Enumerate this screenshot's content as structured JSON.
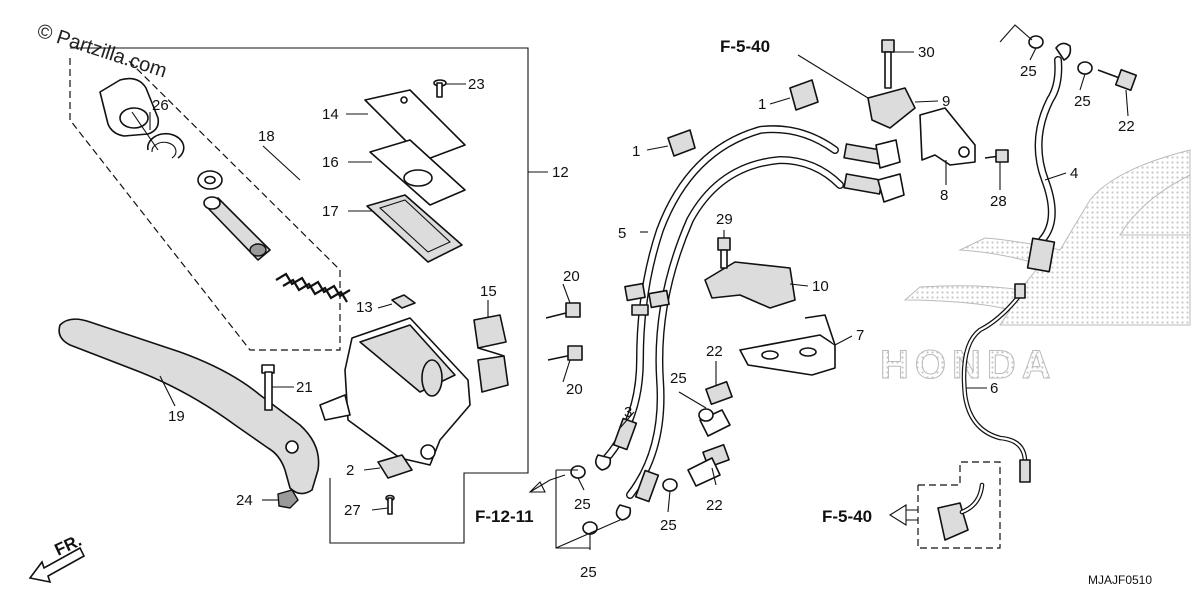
{
  "watermark": "© Partzilla.com",
  "diagram_code": "MJAJF0510",
  "reference_labels": {
    "f540_top": "F-5-40",
    "f540_right": "F-5-40",
    "f1211": "F-12-11"
  },
  "front_indicator": "FR.",
  "brand_mark": "HONDA",
  "callouts": {
    "c1a": "1",
    "c1b": "1",
    "c2": "2",
    "c3": "3",
    "c4": "4",
    "c5": "5",
    "c6": "6",
    "c7": "7",
    "c8": "8",
    "c9": "9",
    "c10": "10",
    "c12": "12",
    "c13": "13",
    "c14": "14",
    "c15": "15",
    "c16": "16",
    "c17": "17",
    "c18": "18",
    "c19": "19",
    "c20a": "20",
    "c20b": "20",
    "c21": "21",
    "c22a": "22",
    "c22b": "22",
    "c22c": "22",
    "c23": "23",
    "c24": "24",
    "c25a": "25",
    "c25b": "25",
    "c25c": "25",
    "c25d": "25",
    "c25e": "25",
    "c25f": "25",
    "c26": "26",
    "c27": "27",
    "c28": "28",
    "c29": "29",
    "c30": "30"
  }
}
